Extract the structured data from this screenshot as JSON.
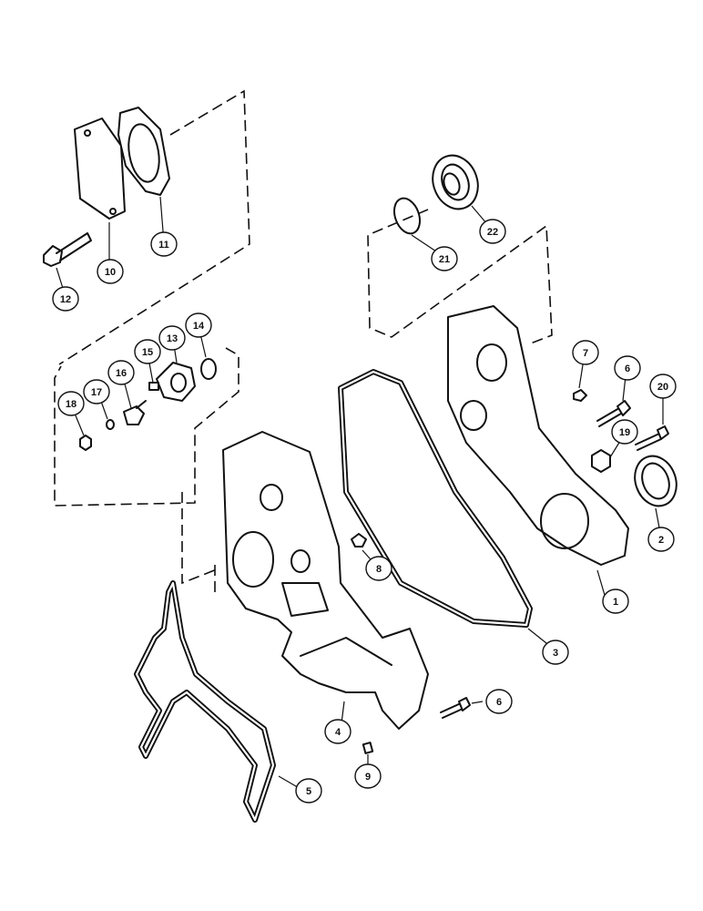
{
  "diagram": {
    "callouts": [
      {
        "id": "c1",
        "label": "1"
      },
      {
        "id": "c2",
        "label": "2"
      },
      {
        "id": "c3",
        "label": "3"
      },
      {
        "id": "c4",
        "label": "4"
      },
      {
        "id": "c5",
        "label": "5"
      },
      {
        "id": "c6a",
        "label": "6"
      },
      {
        "id": "c6b",
        "label": "6"
      },
      {
        "id": "c7",
        "label": "7"
      },
      {
        "id": "c8",
        "label": "8"
      },
      {
        "id": "c9",
        "label": "9"
      },
      {
        "id": "c10",
        "label": "10"
      },
      {
        "id": "c11",
        "label": "11"
      },
      {
        "id": "c12",
        "label": "12"
      },
      {
        "id": "c13",
        "label": "13"
      },
      {
        "id": "c14",
        "label": "14"
      },
      {
        "id": "c15",
        "label": "15"
      },
      {
        "id": "c16",
        "label": "16"
      },
      {
        "id": "c17",
        "label": "17"
      },
      {
        "id": "c18",
        "label": "18"
      },
      {
        "id": "c19",
        "label": "19"
      },
      {
        "id": "c20",
        "label": "20"
      },
      {
        "id": "c21",
        "label": "21"
      },
      {
        "id": "c22",
        "label": "22"
      }
    ]
  }
}
